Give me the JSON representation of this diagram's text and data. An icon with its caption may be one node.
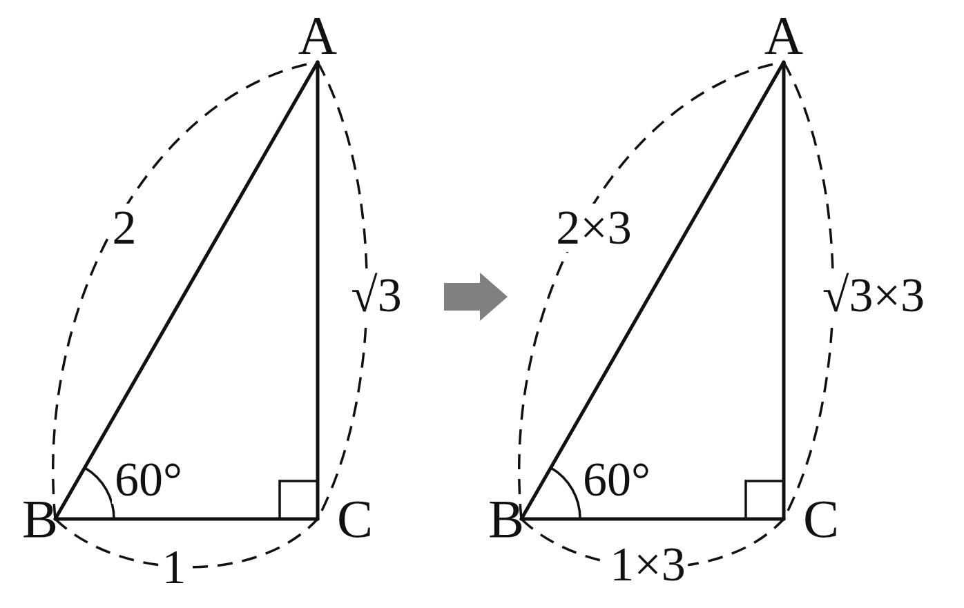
{
  "diagram": {
    "nodes": [
      {
        "text": [
          "A"
        ]
      },
      {
        "text": [
          "B"
        ]
      },
      {
        "text": [
          "C"
        ]
      },
      {
        "text": [
          "A"
        ]
      },
      {
        "text": [
          "B"
        ]
      },
      {
        "text": [
          "C"
        ]
      }
    ],
    "edges": [
      {
        "from": 0,
        "to": 1,
        "arrow": "none"
      },
      {
        "from": 0,
        "to": 2,
        "arrow": "none"
      },
      {
        "from": 1,
        "to": 2,
        "arrow": "none"
      },
      {
        "from": 3,
        "to": 4,
        "arrow": "none"
      },
      {
        "from": 3,
        "to": 5,
        "arrow": "none"
      },
      {
        "from": 4,
        "to": 5,
        "arrow": "none"
      }
    ],
    "labels": [
      "2",
      "√3",
      "60°",
      "1",
      "2×3",
      "√3×3",
      "60°",
      "1×3"
    ]
  }
}
